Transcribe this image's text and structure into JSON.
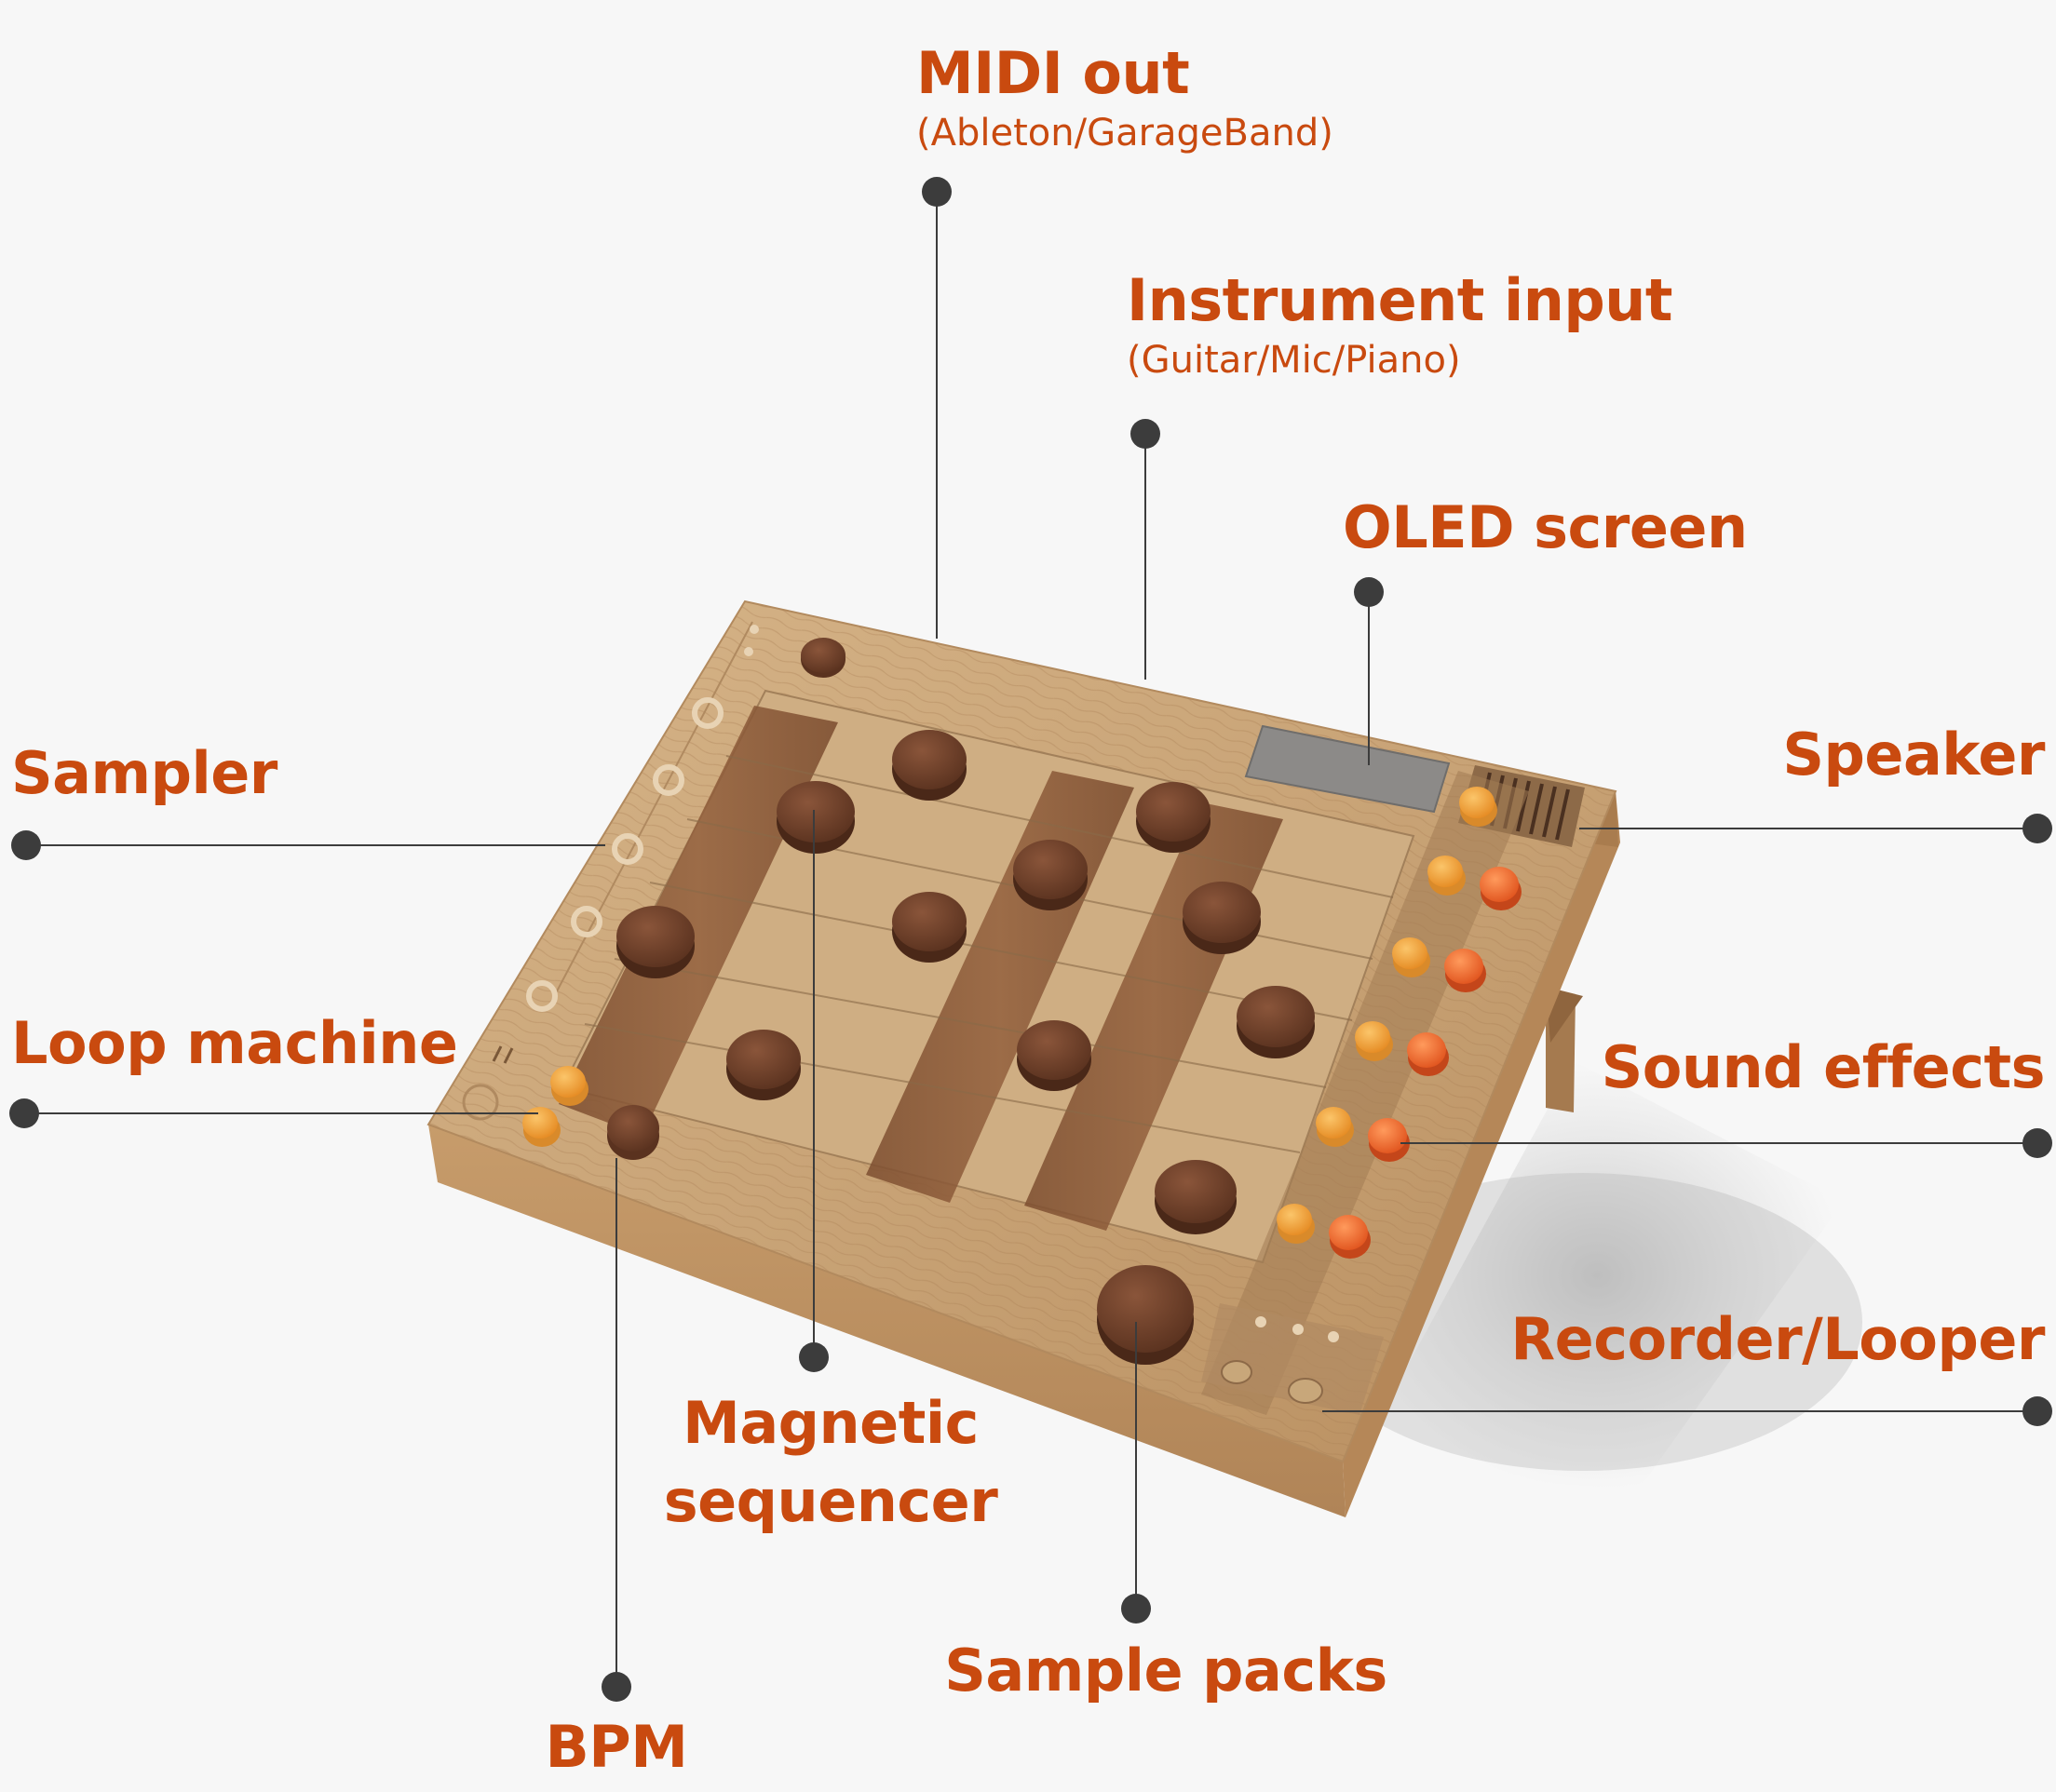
{
  "colors": {
    "label": "#c94a0f",
    "leader": "#3c3c3c",
    "wood_light": "#cda97e",
    "wood_dark": "#8a5a38",
    "puck": "#6e3f28",
    "screen": "#8c8a88",
    "knob_yellow": "#f2a035",
    "knob_orange": "#ee6a2b"
  },
  "callouts": {
    "midi_out": {
      "title": "MIDI out",
      "subtitle": "(Ableton/GarageBand)"
    },
    "instrument_input": {
      "title": "Instrument input",
      "subtitle": "(Guitar/Mic/Piano)"
    },
    "oled_screen": {
      "title": "OLED screen"
    },
    "speaker": {
      "title": "Speaker"
    },
    "sampler": {
      "title": "Sampler"
    },
    "loop_machine": {
      "title": "Loop machine"
    },
    "sound_effects": {
      "title": "Sound effects"
    },
    "recorder_looper": {
      "title": "Recorder/Looper"
    },
    "magnetic_sequencer": {
      "title_line1": "Magnetic",
      "title_line2": "sequencer"
    },
    "sample_packs": {
      "title": "Sample packs"
    },
    "bpm": {
      "title": "BPM"
    }
  }
}
